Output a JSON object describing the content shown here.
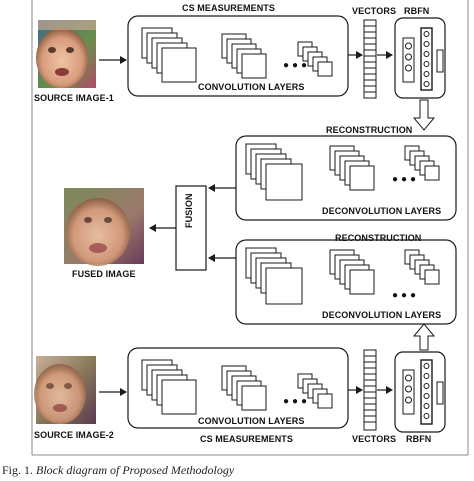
{
  "labels": {
    "cs_top": "CS MEASUREMENTS",
    "vectors_top": "VECTORS",
    "rbfn_top": "RBFN",
    "source1": "SOURCE IMAGE-1",
    "conv_top": "CONVOLUTION LAYERS",
    "recon1": "RECONSTRUCTION",
    "deconv1": "DECONVOLUTION LAYERS",
    "fusion": "FUSION",
    "fused": "FUSED IMAGE",
    "recon2": "RECONSTRUCTION",
    "deconv2": "DECONVOLUTION LAYERS",
    "source2": "SOURCE IMAGE-2",
    "conv_bottom": "CONVOLUTION LAYERS",
    "cs_bottom": "CS MEASUREMENTS",
    "vectors_bottom": "VECTORS",
    "rbfn_bottom": "RBFN",
    "ellipsis": "● ● ●"
  },
  "caption": {
    "prefix": "Fig. 1. ",
    "text": "Block diagram of Proposed Methodology"
  },
  "colors": {
    "line": "#1a1a1a",
    "box_fill": "#ffffff",
    "frame": "#888888",
    "skin": "#d9a98c",
    "background_photo": "#5a6a3a"
  }
}
